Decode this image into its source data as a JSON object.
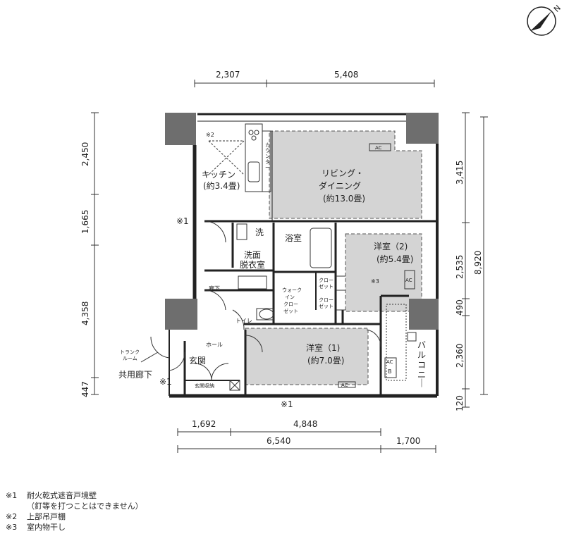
{
  "compass": {
    "icon": "north-arrow-icon",
    "letter": "N"
  },
  "dimensions": {
    "top": [
      "2,307",
      "5,408"
    ],
    "left": [
      "2,450",
      "1,665",
      "4,358",
      "447"
    ],
    "right_inner": [
      "3,415",
      "2,535",
      "490",
      "2,360",
      "120"
    ],
    "right_outer": "8,920",
    "bottom_upper": [
      "1,692",
      "4,848"
    ],
    "bottom_lower": [
      "6,540",
      "1,700"
    ]
  },
  "rooms": {
    "kitchen": {
      "name": "キッチン",
      "size": "(約3.4畳)"
    },
    "living": {
      "name": "リビング・",
      "name2": "ダイニング",
      "size": "(約13.0畳)"
    },
    "western2": {
      "name": "洋室（2)",
      "size": "(約5.4畳)"
    },
    "western1": {
      "name": "洋室（1)",
      "size": "(約7.0畳)"
    },
    "bath": "浴室",
    "washroom": [
      "洗面",
      "脱衣室"
    ],
    "wash": "洗",
    "corridor": "廊下",
    "toilet": "トイレ",
    "hall": "ホール",
    "entrance": "玄関",
    "shoe_storage": "玄関収納",
    "walkin": [
      "ウォーク",
      "イン",
      "クロー",
      "ゼット"
    ],
    "closet": [
      "クロー",
      "ゼット"
    ],
    "balcony": [
      "バ",
      "ル",
      "コ",
      "ニ",
      "｜"
    ],
    "counter": [
      "カ",
      "ウ",
      "ン",
      "タ",
      "ー"
    ],
    "trunk_room": [
      "トランク",
      "ルーム"
    ],
    "shared_corridor": "共用廊下",
    "ac": "AC",
    "b": "B"
  },
  "marks": {
    "m1": "※1",
    "m2": "※2",
    "m3": "※3"
  },
  "notes": [
    {
      "mark": "※1",
      "text": "耐火乾式遮音戸境壁"
    },
    {
      "mark": "",
      "text": "（釘等を打つことはできません）"
    },
    {
      "mark": "※2",
      "text": "上部吊戸棚"
    },
    {
      "mark": "※3",
      "text": "室内物干し"
    }
  ]
}
